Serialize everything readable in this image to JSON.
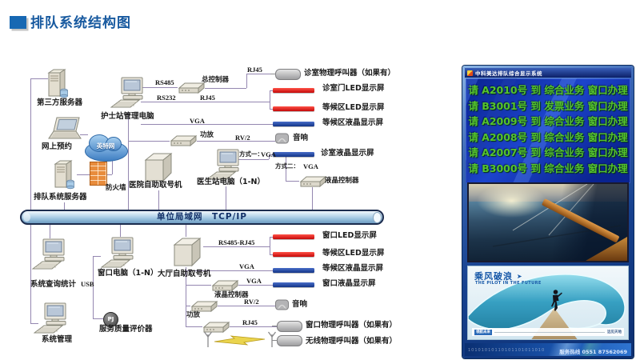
{
  "title": "排队系统结构图",
  "diagram": {
    "bus": "单位局域网　TCP/IP",
    "nodes": {
      "third_party_server": "第三方服务器",
      "nurse_pc": "护士站管理电脑",
      "controller": "总控制器",
      "online_booking": "网上预约",
      "internet": "英特网",
      "firewall": "防火墙",
      "queue_server": "排队系统服务器",
      "hospital_kiosk": "医院自助取号机",
      "doctor_pc": "医生站电脑（1-N）",
      "amp_top": "功放",
      "lcd_controller_top": "液晶控制器",
      "query_stats_pc": "系统查询统计",
      "window_pc": "窗口电脑（1-N）",
      "system_mgmt_pc": "系统管理",
      "evaluator": "服务质量评价器",
      "evaluator_button": "PJ",
      "lobby_kiosk": "大厅自助取号机",
      "lcd_controller_bottom": "液晶控制器",
      "amp_bottom": "功放"
    },
    "cables": {
      "rs485": "RS485",
      "rj45_a": "RJ45",
      "rs232": "RS232",
      "rj45_b": "RJ45",
      "vga_a": "VGA",
      "rv2_a": "RV/2",
      "mode1": "方式一：",
      "vga_b": "VGA",
      "mode2": "方式二：",
      "vga_c": "VGA",
      "usb": "USB",
      "rs485_rj45": "RS485-RJ45",
      "vga_d": "VGA",
      "vga_e": "VGA",
      "rv2_b": "RV/2",
      "rj45_c": "RJ45"
    },
    "outputs": {
      "caller_room": "诊室物理呼叫器（如果有）",
      "led_room_door": "诊室门LED显示屏",
      "led_waiting_top": "等候区LED显示屏",
      "lcd_waiting_top": "等候区液晶显示屏",
      "speaker_top": "音响",
      "lcd_room": "诊室液晶显示屏",
      "led_window": "窗口LED显示屏",
      "led_waiting_bottom": "等候区LED显示屏",
      "lcd_waiting_bottom": "等候区液晶显示屏",
      "lcd_window": "窗口液晶显示屏",
      "speaker_bottom": "音响",
      "caller_window": "窗口物理呼叫器（如果有）",
      "caller_wireless": "无线物理呼叫器（如果有）"
    }
  },
  "panel": {
    "titlebar": "中科美达排队综合显示系统",
    "queue_lines": [
      "请 A2010号 到 综合业务 窗口办理",
      "请 B3001号 到 发票业务 窗口办理",
      "请 A2009号 到 综合业务 窗口办理",
      "请 A2008号 到 综合业务 窗口办理",
      "请 A2007号 到 综合业务 窗口办理",
      "请 B3000号 到 综合业务 窗口办理"
    ],
    "poster": {
      "title": "乘风破浪",
      "arrow": "➤",
      "subtitle": "THE PILOT IN THE FUTURE",
      "tag_left": "领航未来",
      "tag_right": "远见天地"
    },
    "footer_binary": "10101010110101101011010",
    "footer_hotline": "服务热线  0551 87562069"
  },
  "colors": {
    "accent_blue": "#17599f",
    "led_red": "#d81c1c",
    "lcd_blue": "#16419e",
    "line_purple": "#9487b0",
    "screen_green": "#55c32e",
    "firewall_orange": "#e88c3c"
  }
}
